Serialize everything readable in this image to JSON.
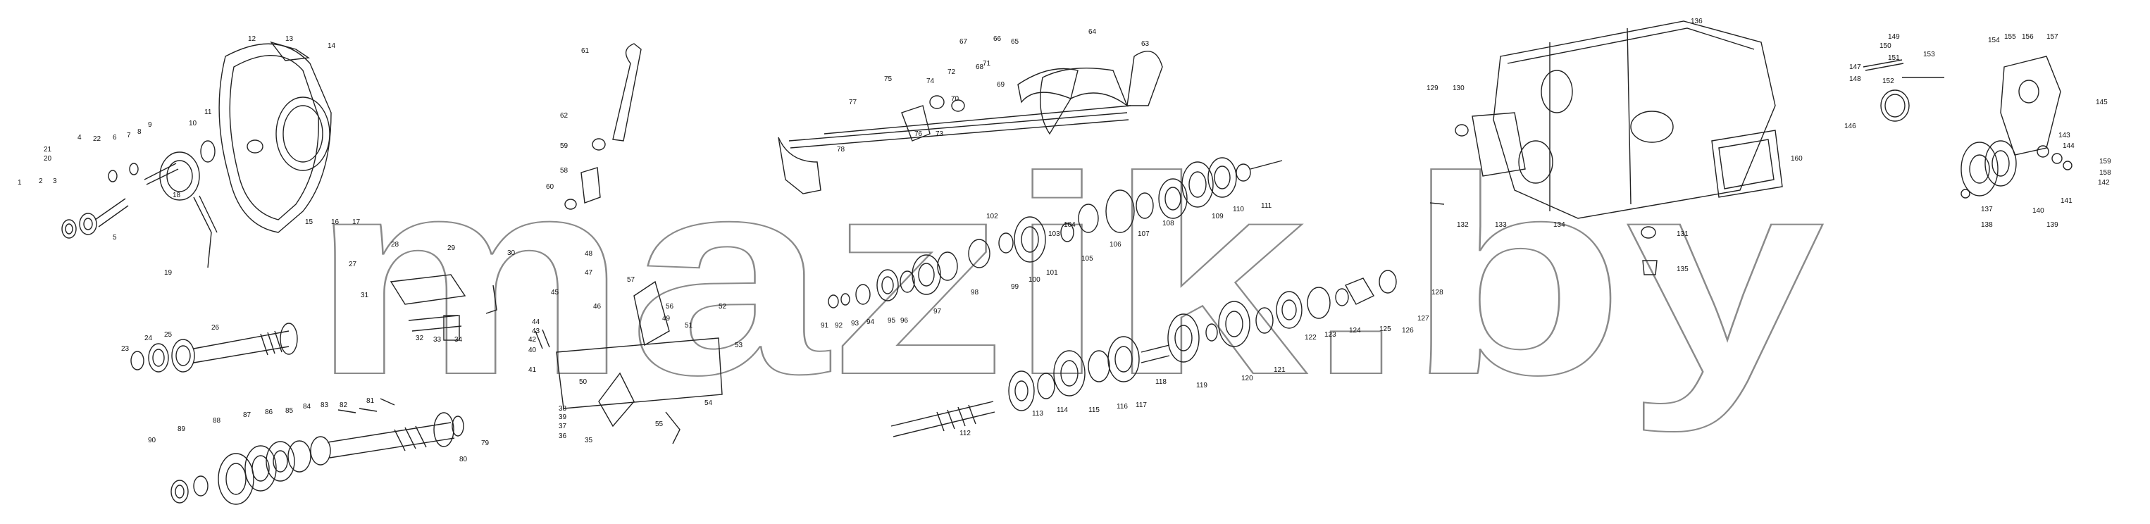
{
  "watermark": {
    "text": "mazik.by"
  },
  "corner_mark": "",
  "callouts": [
    "1",
    "2",
    "3",
    "4",
    "5",
    "6",
    "7",
    "8",
    "9",
    "10",
    "11",
    "12",
    "13",
    "14",
    "15",
    "16",
    "17",
    "18",
    "19",
    "20",
    "21",
    "22",
    "23",
    "24",
    "25",
    "26",
    "27",
    "28",
    "29",
    "30",
    "31",
    "32",
    "33",
    "34",
    "35",
    "36",
    "37",
    "38",
    "39",
    "40",
    "41",
    "42",
    "43",
    "44",
    "45",
    "46",
    "47",
    "48",
    "49",
    "50",
    "51",
    "52",
    "53",
    "54",
    "55",
    "56",
    "57",
    "58",
    "59",
    "60",
    "61",
    "62",
    "63",
    "64",
    "65",
    "66",
    "67",
    "68",
    "69",
    "70",
    "71",
    "72",
    "73",
    "74",
    "75",
    "76",
    "77",
    "78",
    "79",
    "80",
    "81",
    "82",
    "83",
    "84",
    "85",
    "86",
    "87",
    "88",
    "89",
    "90",
    "91",
    "92",
    "93",
    "94",
    "95",
    "96",
    "97",
    "98",
    "99",
    "100",
    "101",
    "102",
    "103",
    "104",
    "105",
    "106",
    "107",
    "108",
    "109",
    "110",
    "111",
    "112",
    "113",
    "114",
    "115",
    "116",
    "117",
    "118",
    "119",
    "120",
    "121",
    "122",
    "123",
    "124",
    "125",
    "126",
    "127",
    "128",
    "129",
    "130",
    "131",
    "132",
    "133",
    "134",
    "135",
    "136",
    "137",
    "138",
    "139",
    "140",
    "141",
    "142",
    "143",
    "144",
    "145",
    "146",
    "147",
    "148",
    "149",
    "150",
    "151",
    "152",
    "153",
    "154",
    "155",
    "156",
    "157",
    "158",
    "159",
    "160"
  ]
}
